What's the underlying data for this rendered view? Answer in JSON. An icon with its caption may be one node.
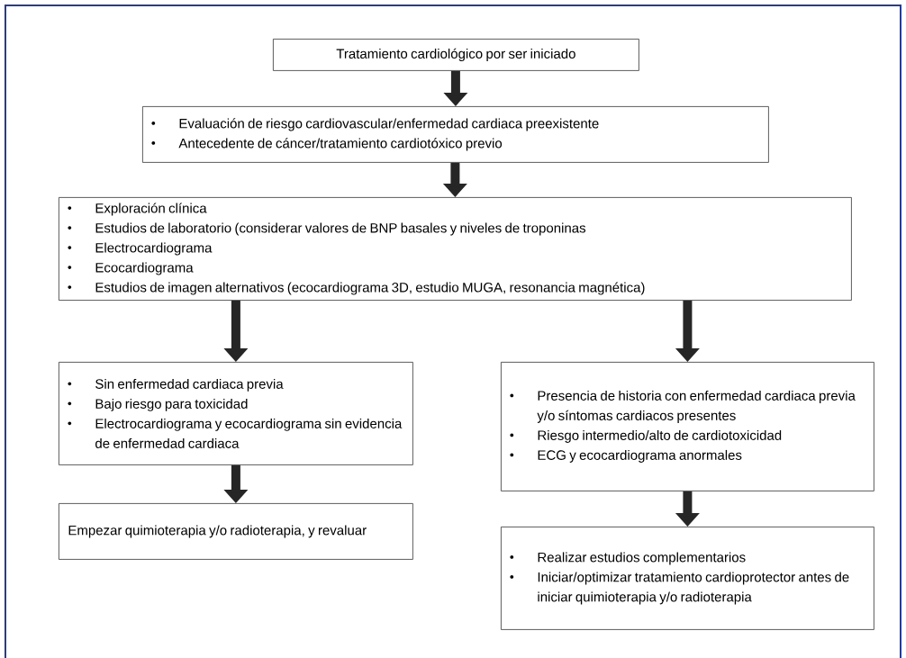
{
  "diagram": {
    "nodes": [
      {
        "text": [
          "Tratamiento cardiológico por ser iniciado"
        ]
      },
      {
        "text": [
          "Evaluación de riesgo cardiovascular/enfermedad cardiaca preexistente",
          "Antecedente de cáncer/tratamiento cardiotóxico previo"
        ]
      },
      {
        "text": [
          "Exploración clínica",
          "Estudios de laboratorio (considerar valores de BNP basales  y niveles de troponinas",
          "Electrocardiograma",
          "Ecocardiograma",
          "Estudios de imagen alternativos (ecocardiograma 3D, estudio MUGA, resonancia magnética)"
        ]
      },
      {
        "text": [
          "Sin enfermedad cardiaca previa",
          "Bajo riesgo para toxicidad",
          "Electrocardiograma y ecocardiograma sin evidencia de enfermedad cardiaca"
        ]
      },
      {
        "text": [
          "Presencia de historia con enfermedad cardiaca previa y/o síntomas cardiacos presentes",
          "Riesgo intermedio/alto de cardiotoxicidad",
          "ECG y ecocardiograma anormales"
        ]
      },
      {
        "text": [
          "Empezar quimioterapia y/o radioterapia, y revaluar"
        ]
      },
      {
        "text": [
          "Realizar estudios complementarios",
          "Iniciar/optimizar tratamiento cardioprotector antes de iniciar quimioterapia y/o radioterapia"
        ]
      }
    ],
    "edges": [
      {
        "from": 0,
        "to": 1,
        "arrow": "to"
      },
      {
        "from": 1,
        "to": 2,
        "arrow": "to"
      },
      {
        "from": 2,
        "to": 3,
        "arrow": "to"
      },
      {
        "from": 2,
        "to": 4,
        "arrow": "to"
      },
      {
        "from": 3,
        "to": 5,
        "arrow": "to"
      },
      {
        "from": 4,
        "to": 6,
        "arrow": "to"
      }
    ]
  }
}
